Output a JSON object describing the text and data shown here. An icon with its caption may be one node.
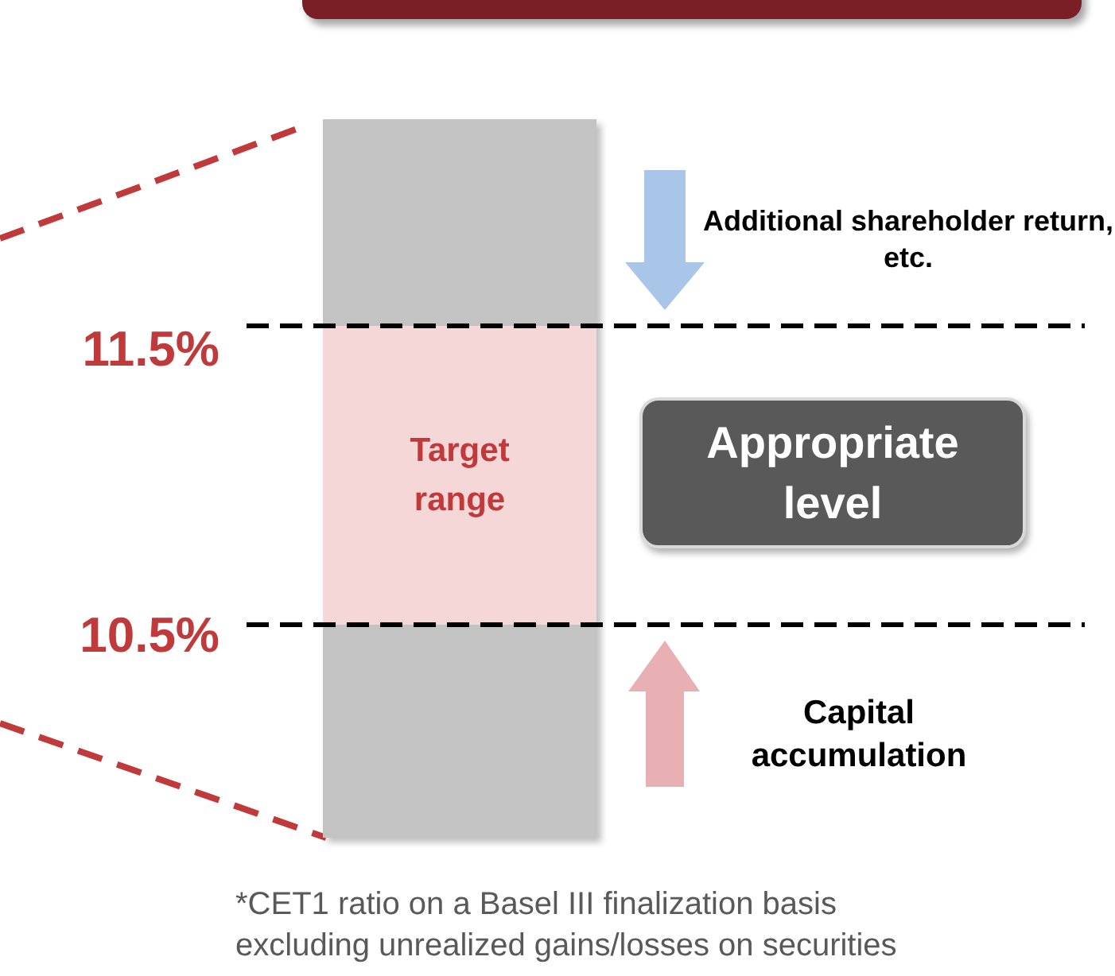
{
  "diagram": {
    "nodes": [
      {
        "text": [],
        "shape": "box"
      },
      {
        "text": [],
        "shape": "bar"
      },
      {
        "text": [
          "Target range"
        ],
        "in": 1
      },
      {
        "text": [
          "Appropriate level"
        ]
      }
    ],
    "labels": [
      "Additional shareholder return, etc.",
      "11.5%",
      "10.5%",
      "Capital accumulation",
      "*CET1 ratio on a Basel III finalization basis excluding unrealized gains/losses on securities"
    ]
  }
}
